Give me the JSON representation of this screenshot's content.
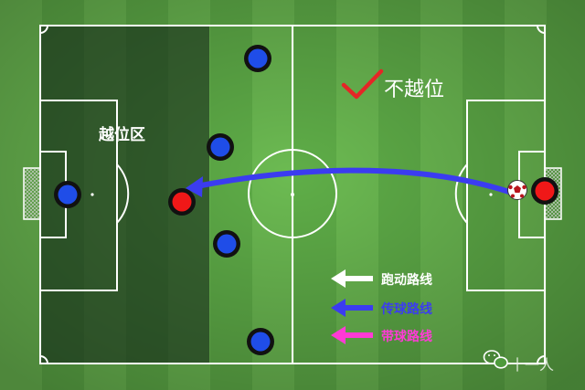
{
  "labels": {
    "offside_zone": "越位区",
    "verdict": "不越位"
  },
  "legend": [
    {
      "label": "跑动路线",
      "color": "#ffffff"
    },
    {
      "label": "传球路线",
      "color": "#3b3cf0"
    },
    {
      "label": "带球路线",
      "color": "#ff3ad6"
    }
  ],
  "watermark": "十一人",
  "colors": {
    "grass_light": "#6cbb52",
    "grass_dark": "#4e9a3c",
    "offside_overlay": "rgba(20,40,25,0.6)",
    "defender": "#1f4de8",
    "attacker": "#f01818",
    "check": "#e42626"
  },
  "icons": {
    "ball": "soccer-ball-icon",
    "verdict": "checkmark-icon",
    "watermark": "wechat-icon"
  }
}
